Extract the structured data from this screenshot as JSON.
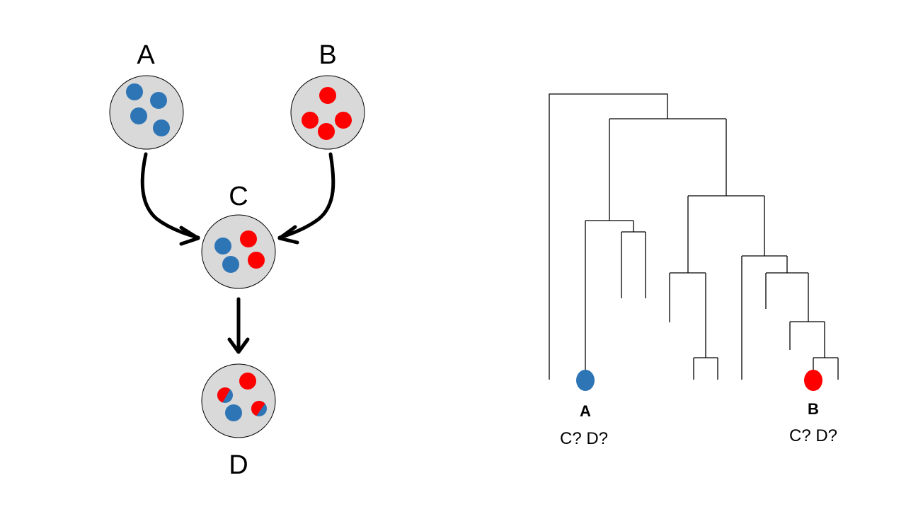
{
  "flow": {
    "nodes": [
      {
        "id": "A",
        "label": "A"
      },
      {
        "id": "B",
        "label": "B"
      },
      {
        "id": "C",
        "label": "C"
      },
      {
        "id": "D",
        "label": "D"
      }
    ],
    "edges": [
      {
        "from": "A",
        "to": "C"
      },
      {
        "from": "B",
        "to": "C"
      },
      {
        "from": "C",
        "to": "D"
      }
    ]
  },
  "tree": {
    "leaf_a_label": "A",
    "leaf_a_question": "C? D?",
    "leaf_b_label": "B",
    "leaf_b_question": "C? D?"
  },
  "colors": {
    "blue": "#2e75b6",
    "red": "#ff0000",
    "node_fill": "#d9d9d9"
  }
}
